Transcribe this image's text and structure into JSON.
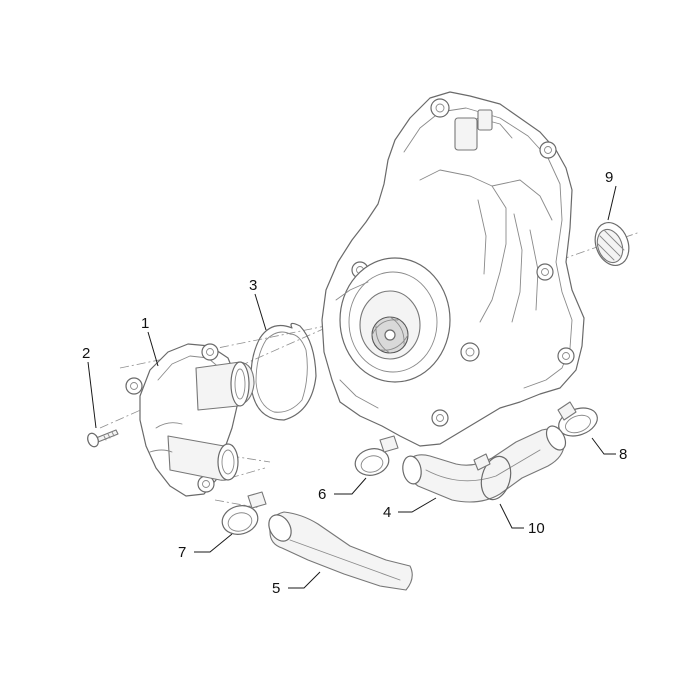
{
  "callouts": [
    {
      "id": "water-pump-cover",
      "number": "1"
    },
    {
      "id": "screw",
      "number": "2"
    },
    {
      "id": "o-ring-gasket",
      "number": "3"
    },
    {
      "id": "pump-outlet-hose",
      "number": "4"
    },
    {
      "id": "pump-inlet-hose",
      "number": "5"
    },
    {
      "id": "hose-clamp-6",
      "number": "6"
    },
    {
      "id": "hose-clamp-7",
      "number": "7"
    },
    {
      "id": "hose-clamp-8",
      "number": "8"
    },
    {
      "id": "impeller-seal",
      "number": "9"
    },
    {
      "id": "hose-clamp-10",
      "number": "10"
    }
  ]
}
